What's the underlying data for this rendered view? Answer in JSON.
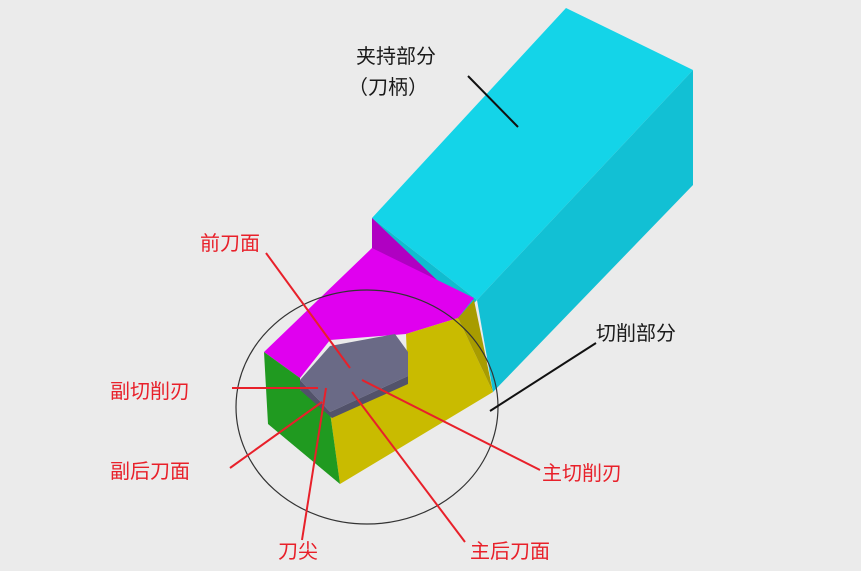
{
  "labels": {
    "clamping_part": "夹持部分",
    "shank": "（刀柄）",
    "cutting_part": "切削部分",
    "rake_face": "前刀面",
    "minor_cutting_edge": "副切削刃",
    "minor_flank": "副后刀面",
    "tool_tip": "刀尖",
    "major_flank": "主后刀面",
    "major_cutting_edge": "主切削刃"
  },
  "colors": {
    "background": "#ebebeb",
    "shank_top": "#14d4e8",
    "shank_side": "#12c0d4",
    "rake_face": "#e000ef",
    "rake_side": "#b000c2",
    "major_flank": "#c9bb00",
    "minor_flank": "#209a20",
    "insert": "#6a6a86",
    "label_red": "#e8202a",
    "label_black": "#1a1a1a"
  }
}
